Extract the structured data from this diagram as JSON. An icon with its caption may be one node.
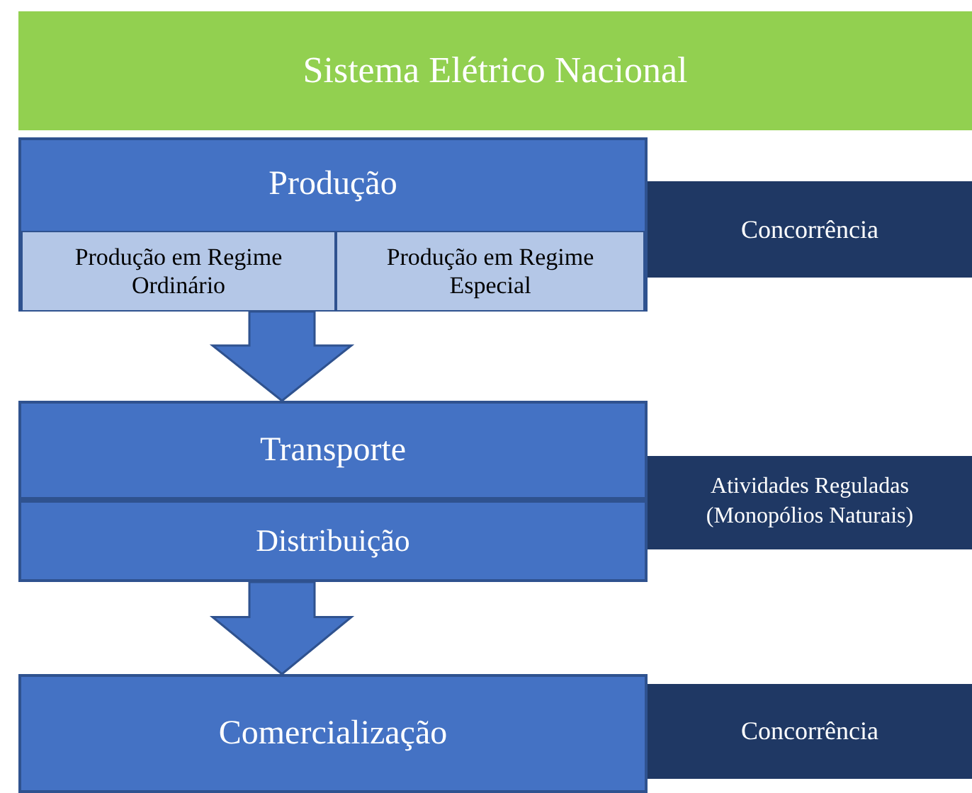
{
  "diagram": {
    "nodes": [
      {
        "text": [
          "Sistema Elétrico Nacional"
        ]
      },
      {
        "text": [
          "Produção"
        ]
      },
      {
        "text": [
          "Produção em Regime Ordinário"
        ],
        "in": 1
      },
      {
        "text": [
          "Produção em Regime Especial"
        ],
        "in": 1
      },
      {
        "text": [
          "Concorrência"
        ]
      },
      {
        "text": [
          "Transporte"
        ]
      },
      {
        "text": [
          "Distribuição"
        ]
      },
      {
        "text": [
          "Atividades Reguladas (Monopólios Naturais)"
        ]
      },
      {
        "text": [
          "Comercialização"
        ]
      },
      {
        "text": [
          "Concorrência"
        ]
      }
    ],
    "edges": [
      {
        "from": 1,
        "to": 5,
        "arrow": "to",
        "style": "thick"
      },
      {
        "from": 6,
        "to": 8,
        "arrow": "to",
        "style": "thick"
      }
    ]
  }
}
